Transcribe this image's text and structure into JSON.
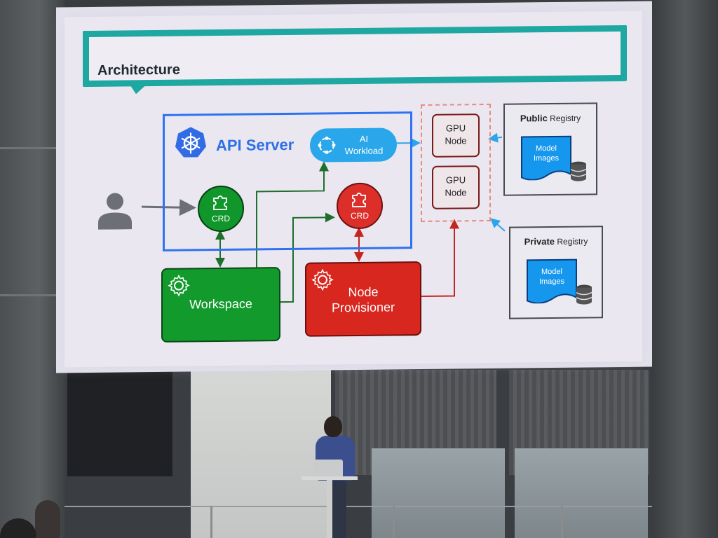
{
  "slide": {
    "title": "Architecture",
    "api_server": "API Server",
    "ai_workload": {
      "line1": "AI",
      "line2": "Workload"
    },
    "crd_left": "CRD",
    "crd_right": "CRD",
    "workspace": "Workspace",
    "node_provisioner": {
      "line1": "Node",
      "line2": "Provisioner"
    },
    "gpu_nodes": [
      {
        "line1": "GPU",
        "line2": "Node"
      },
      {
        "line1": "GPU",
        "line2": "Node"
      }
    ],
    "public_registry": {
      "bold": "Public",
      "rest": " Registry",
      "doc_line1": "Model",
      "doc_line2": "Images"
    },
    "private_registry": {
      "bold": "Private",
      "rest": " Registry",
      "doc_line1": "Model",
      "doc_line2": "Images"
    }
  },
  "colors": {
    "teal": "#1fa7a1",
    "blue": "#2f72f0",
    "ai_blue": "#2aa6ea",
    "green": "#129a2c",
    "red": "#d8271f",
    "doc_blue": "#1597ee"
  },
  "icons": [
    "kubernetes-icon",
    "puzzle-icon",
    "gear-icon",
    "person-icon",
    "database-icon",
    "document-icon"
  ]
}
